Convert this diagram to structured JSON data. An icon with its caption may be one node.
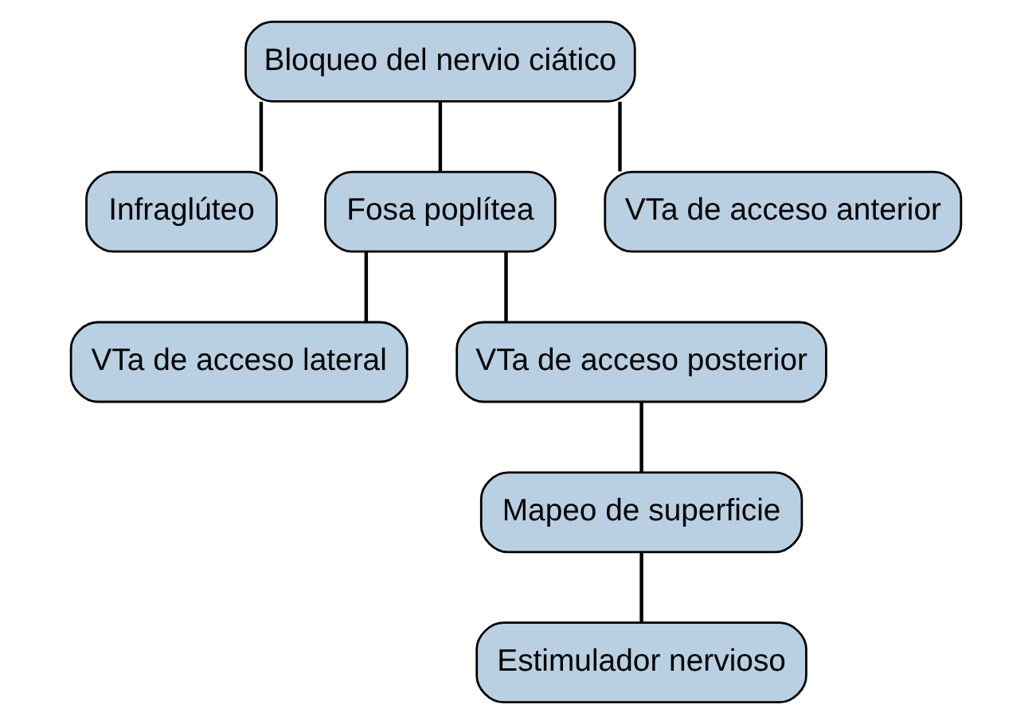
{
  "diagram": {
    "nodes": [
      {
        "text": [
          "Bloqueo del nervio ciático"
        ]
      },
      {
        "text": [
          "Infraglúteo"
        ]
      },
      {
        "text": [
          "Fosa poplítea"
        ]
      },
      {
        "text": [
          "VTa de acceso anterior"
        ]
      },
      {
        "text": [
          "VTa de acceso lateral"
        ]
      },
      {
        "text": [
          "VTa de acceso posterior"
        ]
      },
      {
        "text": [
          "Mapeo de superficie"
        ]
      },
      {
        "text": [
          "Estimulador nervioso"
        ]
      }
    ],
    "edges": [
      {
        "from": 0,
        "to": 1,
        "arrow": "none"
      },
      {
        "from": 0,
        "to": 2,
        "arrow": "none"
      },
      {
        "from": 0,
        "to": 3,
        "arrow": "none"
      },
      {
        "from": 2,
        "to": 4,
        "arrow": "none"
      },
      {
        "from": 2,
        "to": 5,
        "arrow": "none"
      },
      {
        "from": 5,
        "to": 6,
        "arrow": "none"
      },
      {
        "from": 6,
        "to": 7,
        "arrow": "none"
      }
    ]
  }
}
